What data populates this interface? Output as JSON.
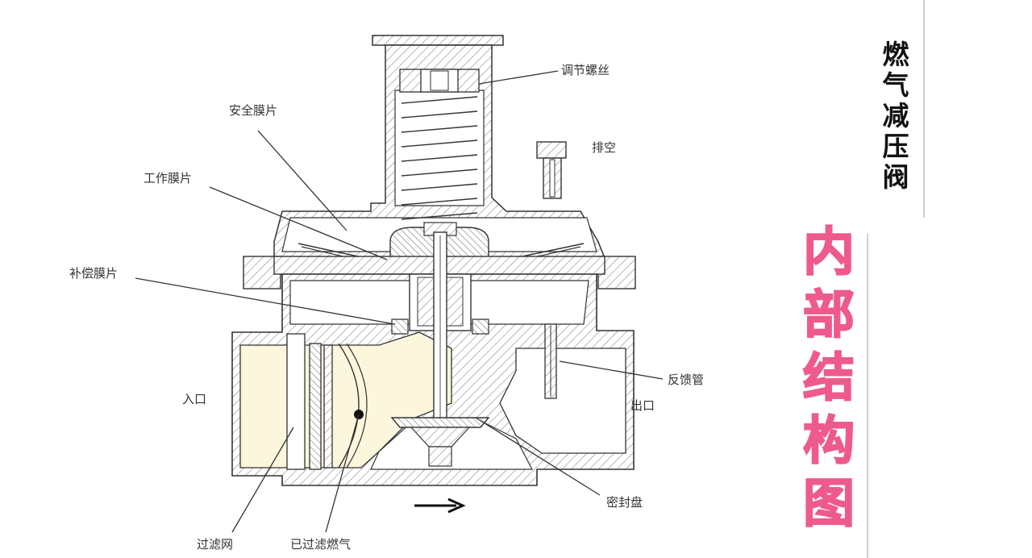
{
  "title": "燃气减压阀",
  "subtitle": "内部结构图",
  "labels": {
    "adjust_screw": "调节螺丝",
    "vent": "排空",
    "safety_diaphragm": "安全膜片",
    "working_diaphragm": "工作膜片",
    "compensation_diaphragm": "补偿膜片",
    "inlet": "入口",
    "outlet": "出口",
    "feedback_tube": "反馈管",
    "seal_disc": "密封盘",
    "filter_screen": "过滤网",
    "filtered_gas": "已过滤燃气"
  },
  "colors": {
    "accent": "#ee5a8e",
    "line": "#333333",
    "fill_gas": "#fbf6dc",
    "hatch": "#8a8a8a"
  }
}
